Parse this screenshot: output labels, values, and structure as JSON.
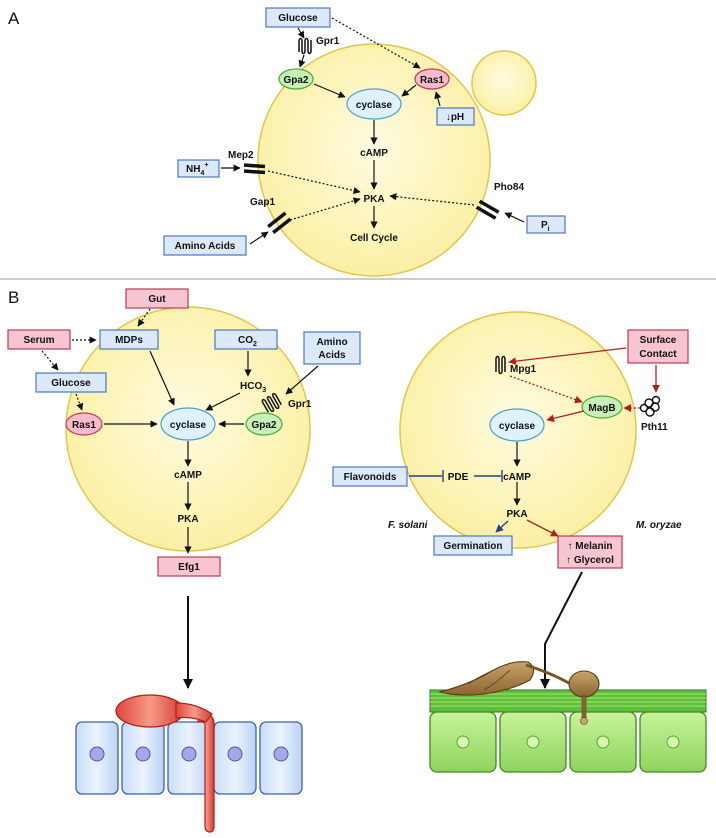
{
  "panels": {
    "a": {
      "letter": "A",
      "glucose": "Glucose",
      "gpr1": "Gpr1",
      "gpa2": "Gpa2",
      "ras1": "Ras1",
      "cyclase": "cyclase",
      "ph": "↓pH",
      "mep2": "Mep2",
      "nh4": "NH",
      "nh4_sub": "4",
      "nh4_sup": "+",
      "camp": "cAMP",
      "pka": "PKA",
      "pho84": "Pho84",
      "pi": "P",
      "pi_sub": "i",
      "gap1": "Gap1",
      "amino_acids": "Amino Acids",
      "cell_cycle": "Cell Cycle"
    },
    "b": {
      "letter": "B",
      "left": {
        "gut": "Gut",
        "serum": "Serum",
        "mdps": "MDPs",
        "glucose": "Glucose",
        "co2": "CO",
        "co2_sub": "2",
        "hco3": "HCO",
        "hco3_sub": "3",
        "amino_line1": "Amino",
        "amino_line2": "Acids",
        "gpr1": "Gpr1",
        "ras1": "Ras1",
        "cyclase": "cyclase",
        "gpa2": "Gpa2",
        "camp": "cAMP",
        "pka": "PKA",
        "efg1": "Efg1"
      },
      "right": {
        "surface_line1": "Surface",
        "surface_line2": "Contact",
        "mpg1": "Mpg1",
        "magb": "MagB",
        "pth11": "Pth11",
        "cyclase": "cyclase",
        "flavonoids": "Flavonoids",
        "pde": "PDE",
        "camp": "cAMP",
        "pka": "PKA",
        "f_solani": "F. solani",
        "m_oryzae": "M. oryzae",
        "germination": "Germination",
        "melanin": "↑ Melanin",
        "glycerol": "↑ Glycerol"
      }
    }
  },
  "colors": {
    "cell_fill": "#fbf3b4",
    "cell_stroke": "#e2c64a",
    "box_blue_fill": "#dbe9fa",
    "box_blue_stroke": "#4a78c2",
    "box_pink_fill": "#f7c4d1",
    "box_pink_stroke": "#c23a55",
    "cyclase_fill": "#dff2fc",
    "cyclase_stroke": "#4aa0cc",
    "green_fill": "#c7f0b8",
    "green_stroke": "#4ea83c",
    "ras_fill": "#f7bccb",
    "ras_stroke": "#c23a55",
    "red_arrow": "#b3201c",
    "blue_inhibit": "#23408e"
  }
}
